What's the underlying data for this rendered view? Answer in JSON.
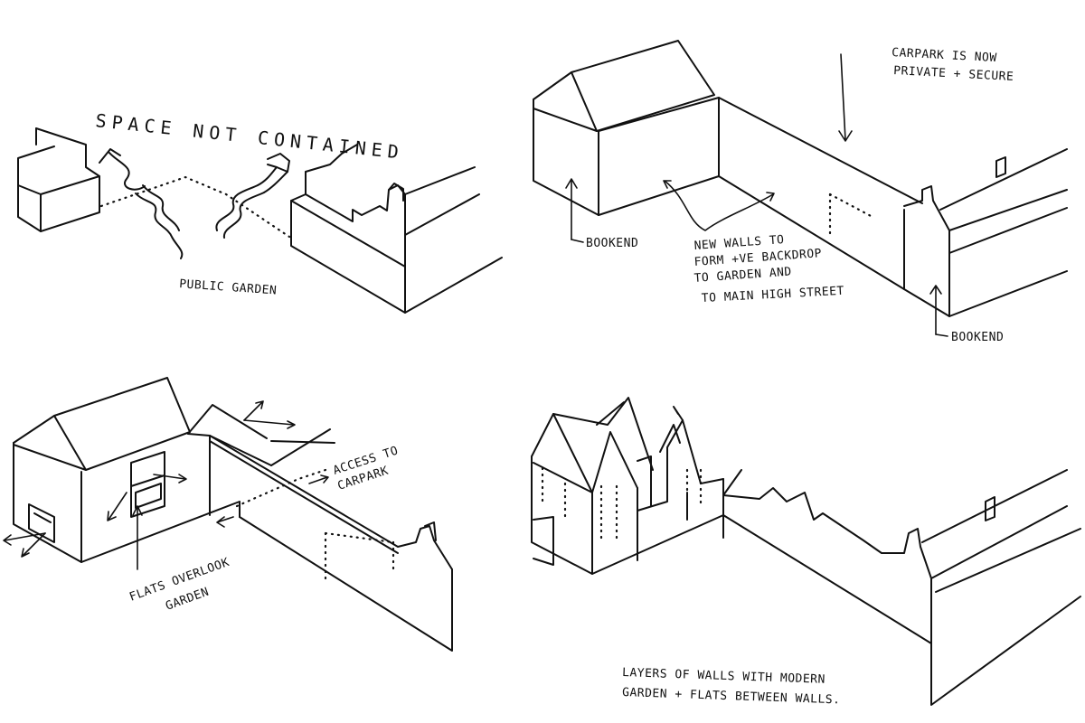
{
  "panels": [
    {
      "id": "top-left",
      "labels": {
        "heading": "SPACE NOT CONTAINED",
        "garden": "PUBLIC GARDEN"
      }
    },
    {
      "id": "top-right",
      "labels": {
        "carpark_line1": "CARPARK IS NOW",
        "carpark_line2": "PRIVATE + SECURE",
        "bookend_left": "BOOKEND",
        "bookend_right": "BOOKEND",
        "walls_line1": "NEW WALLS TO",
        "walls_line2": "FORM +VE BACKDROP",
        "walls_line3": "TO GARDEN AND",
        "walls_line4": "TO MAIN HIGH STREET"
      }
    },
    {
      "id": "bottom-left",
      "labels": {
        "access_line1": "ACCESS TO",
        "access_line2": "CARPARK",
        "flats_line1": "FLATS OVERLOOK",
        "flats_line2": "GARDEN"
      }
    },
    {
      "id": "bottom-right",
      "labels": {
        "layers_line1": "LAYERS OF WALLS WITH MODERN",
        "layers_line2": "GARDEN + FLATS BETWEEN WALLS."
      }
    }
  ]
}
